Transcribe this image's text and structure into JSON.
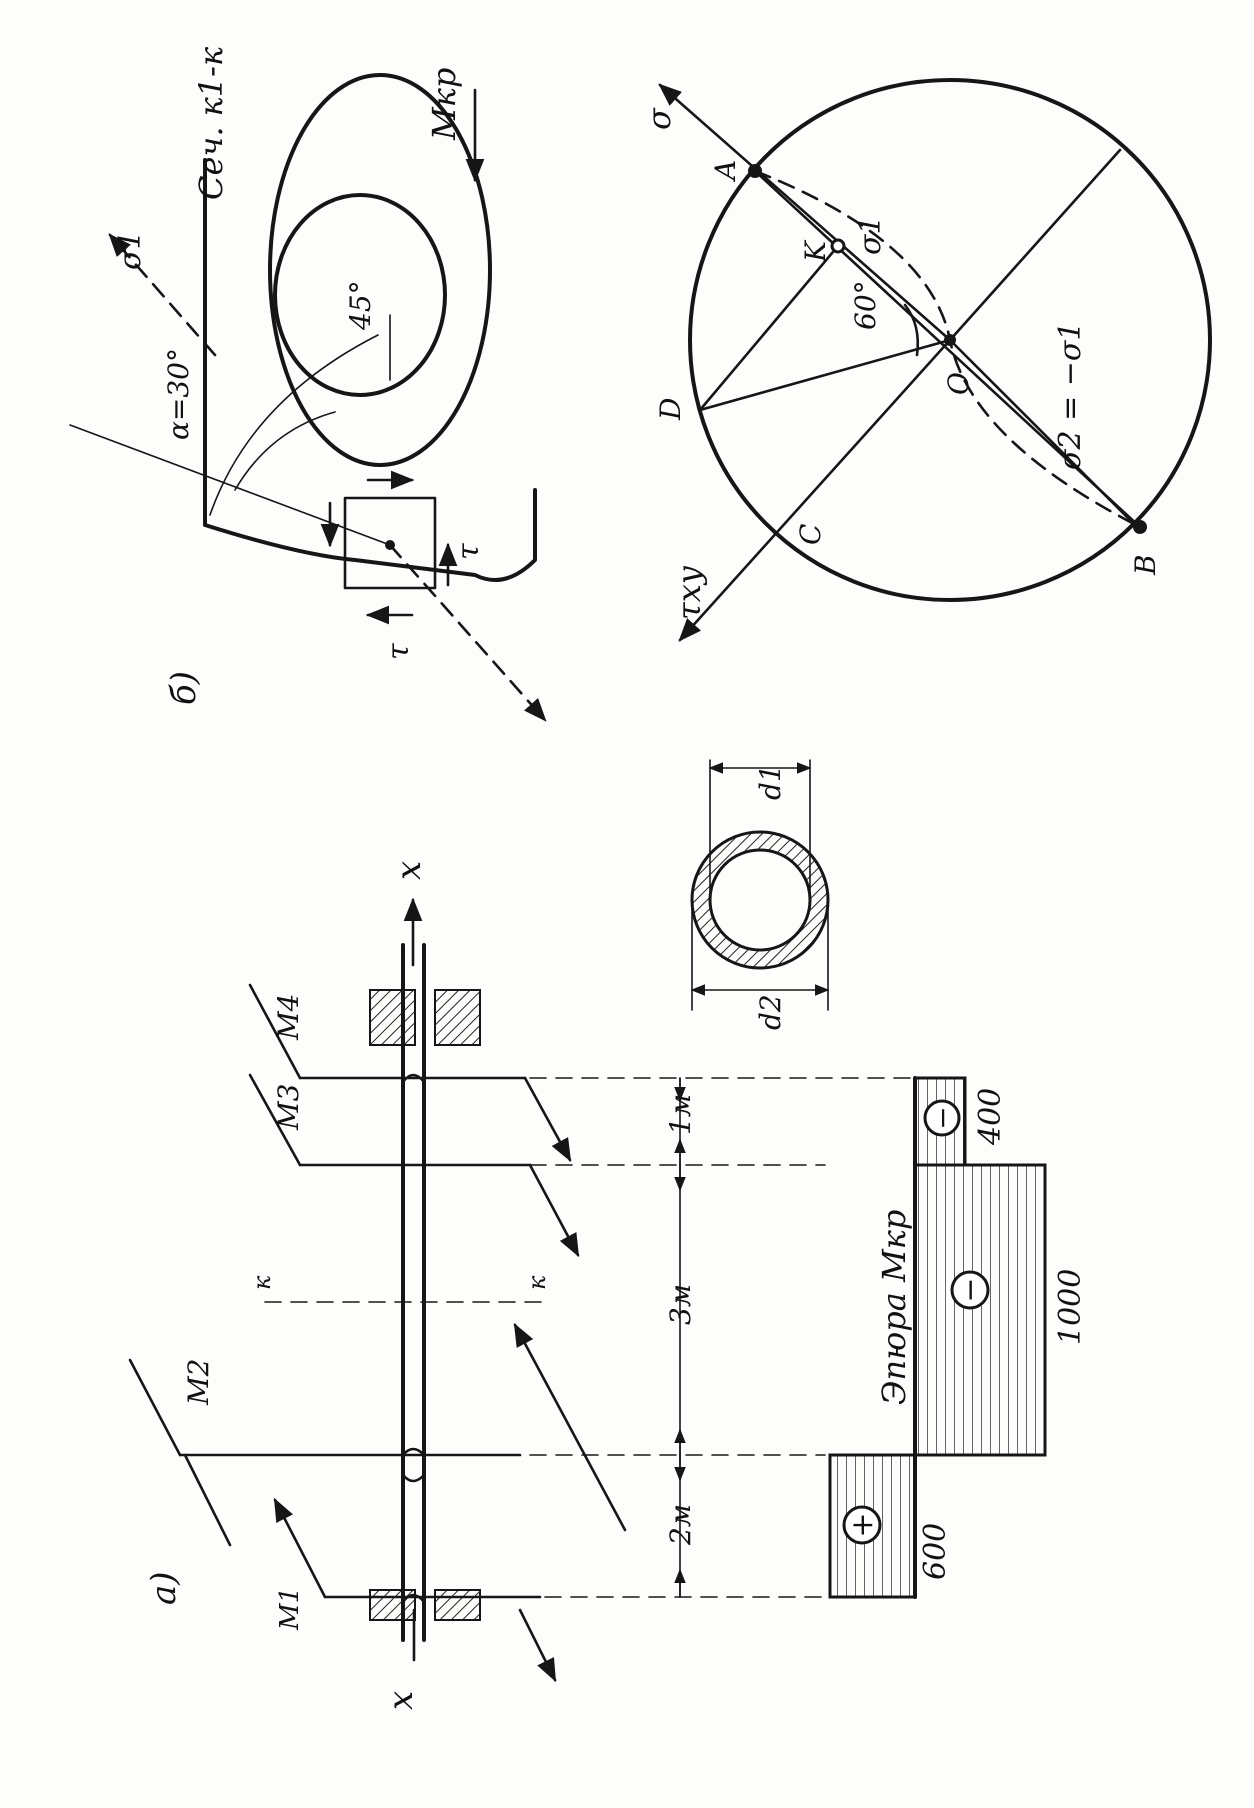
{
  "panel_a": {
    "label": "a)",
    "axis_left": "x",
    "axis_right": "x",
    "moments": [
      "M1",
      "M2",
      "M3",
      "M4"
    ],
    "section_marks": [
      "к",
      "к"
    ],
    "dimensions": [
      "2м",
      "3м",
      "1м"
    ],
    "diagram_title": "Эпюра Mкр",
    "diagram_values": [
      "600",
      "1000",
      "400"
    ],
    "diagram_signs": [
      "+",
      "−",
      "−"
    ],
    "diameters": [
      "d2",
      "d1"
    ]
  },
  "panel_b": {
    "label": "б)",
    "section_title": "Сеч. к1-к",
    "moment": "Mкр",
    "sigma1": "σ1",
    "alpha": "α=30°",
    "angle": "45°",
    "tau_top": "τ",
    "tau_bottom": "τ"
  },
  "mohr": {
    "sigma_axis": "σ",
    "tau_axis": "τxy",
    "points": [
      "A",
      "K",
      "D",
      "C",
      "O",
      "B"
    ],
    "angle": "60°",
    "sigma1": "σ1",
    "sigma2": "σ2 = −σ1"
  }
}
